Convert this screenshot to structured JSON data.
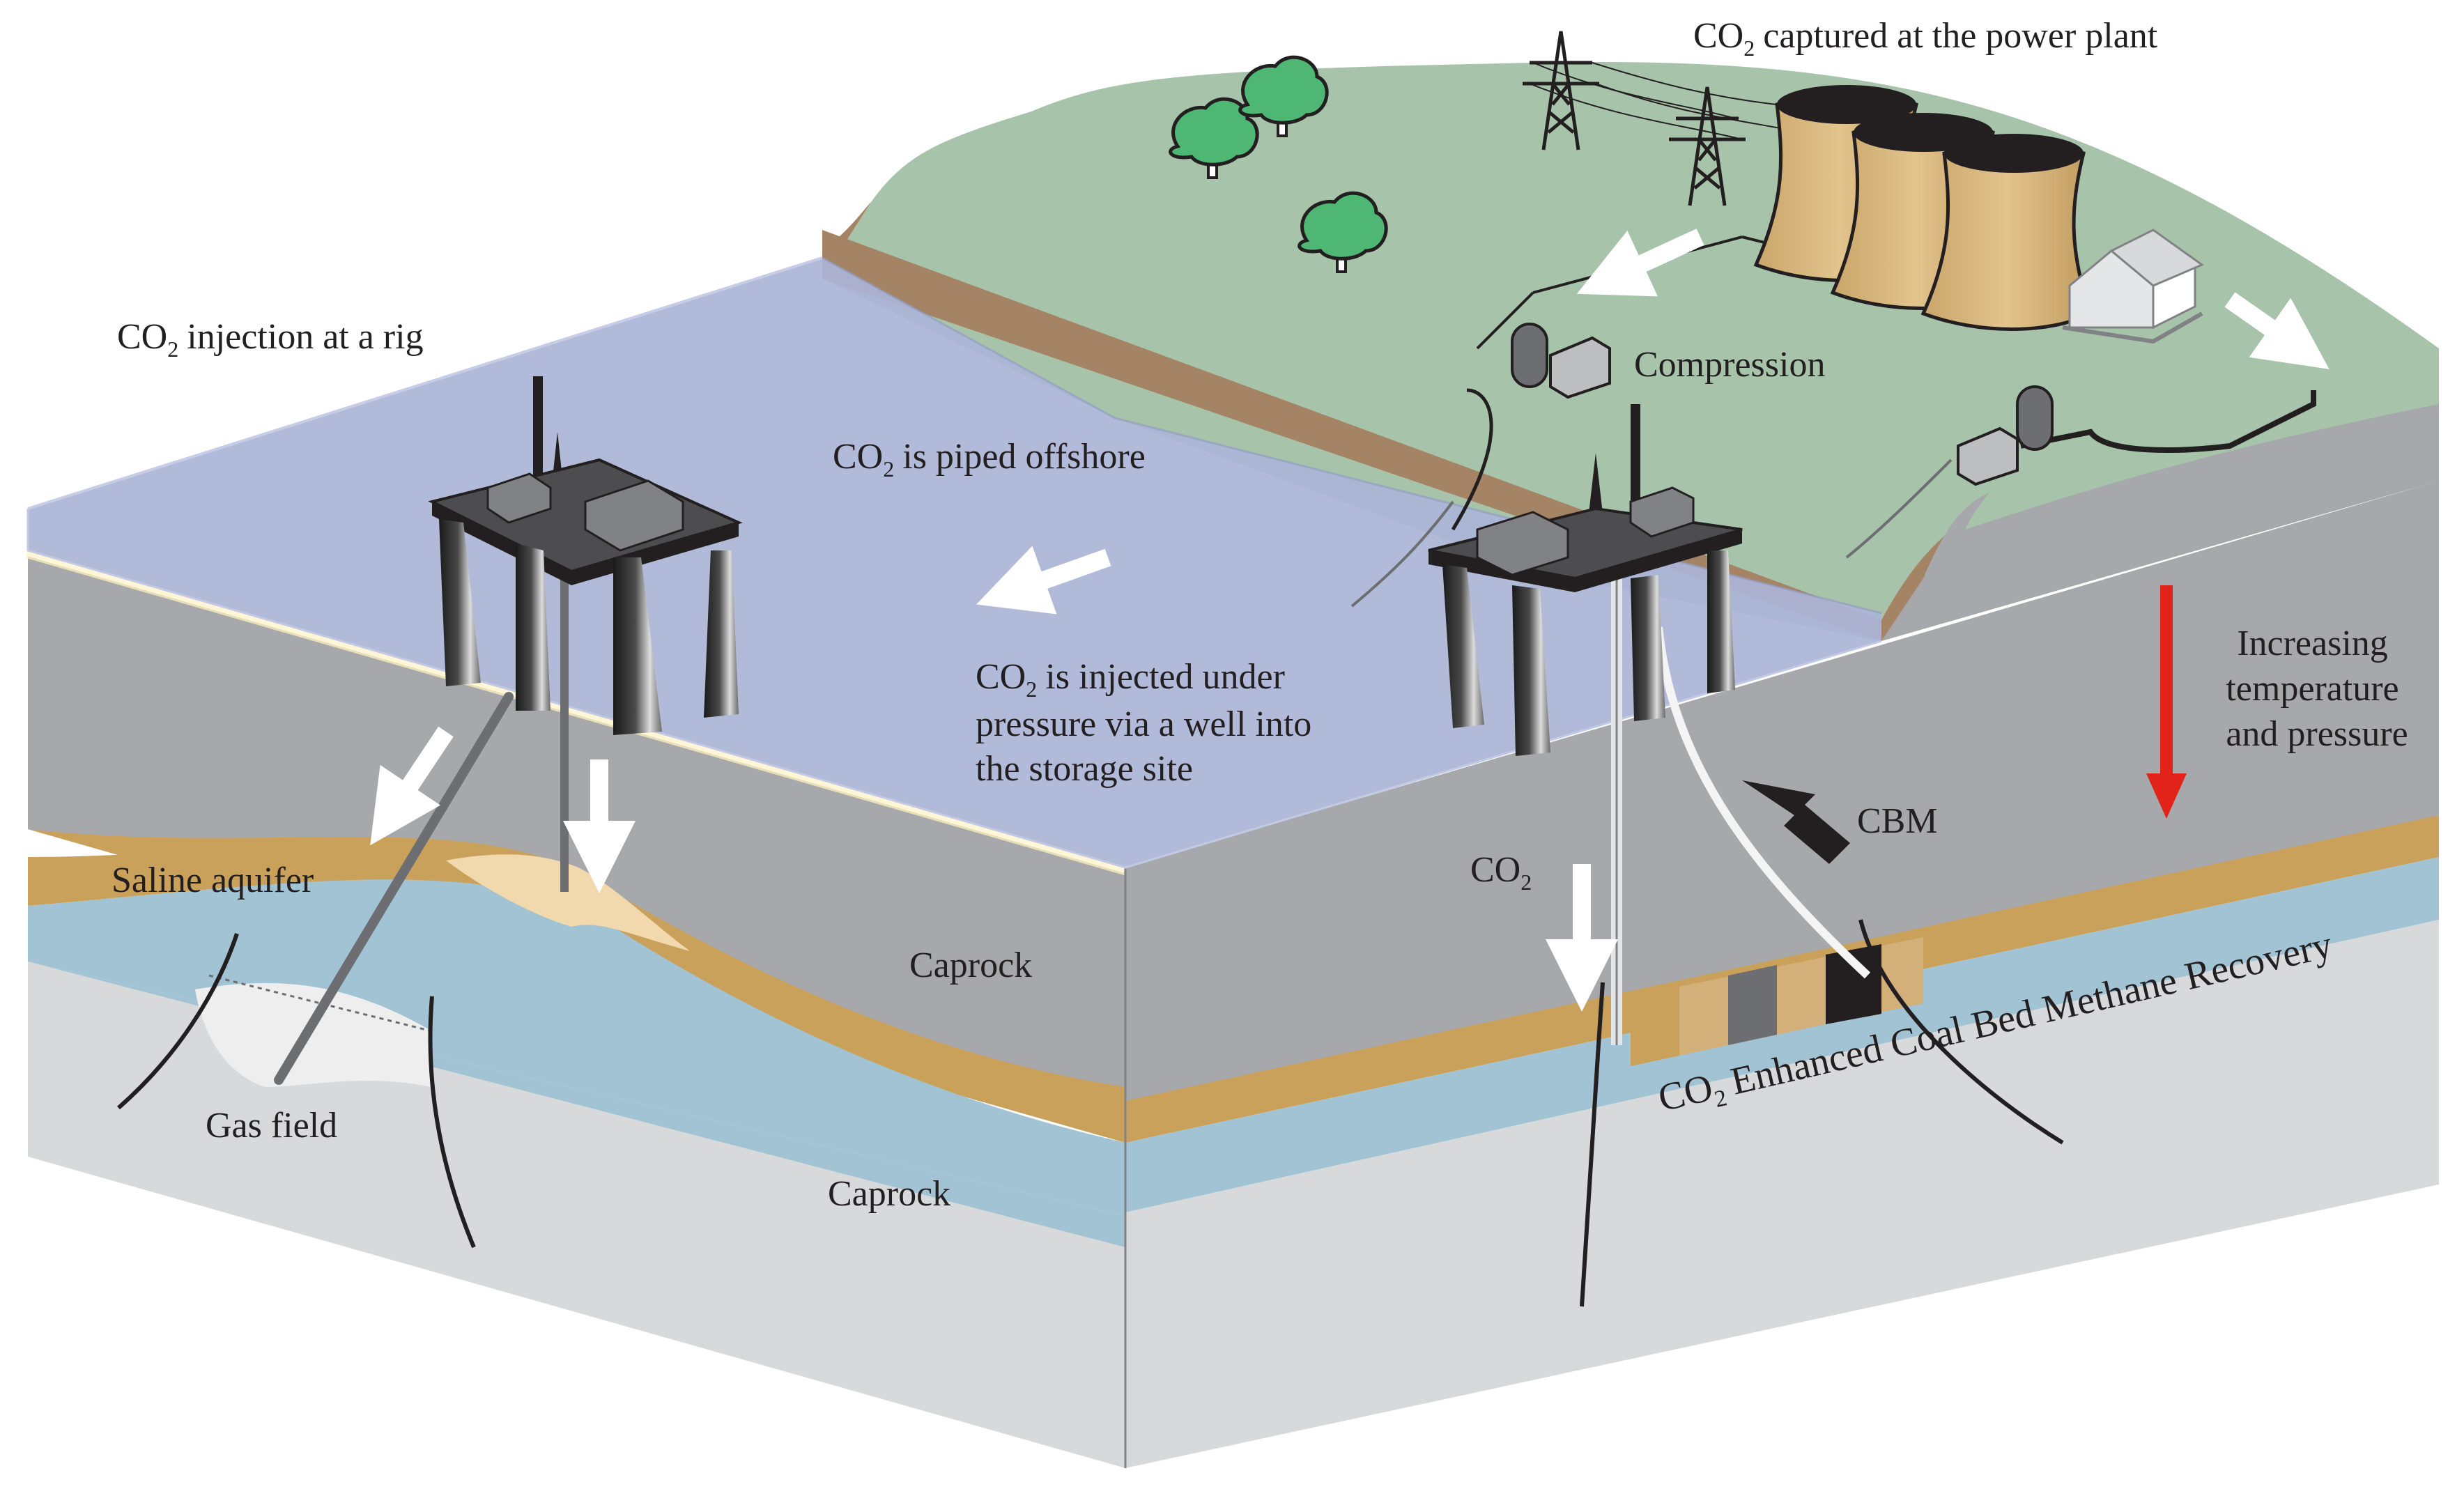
{
  "labels": {
    "power_plant": "captured at the power plant",
    "injection_rig": "injection at a rig",
    "piped_offshore": "is piped offshore",
    "compression": "Compression",
    "injected_1": "is injected under",
    "injected_2": "pressure via a well into",
    "injected_3": "the storage site",
    "saline": "Saline aquifer",
    "gas_field": "Gas field",
    "caprock_mid": "Caprock",
    "caprock_low": "Caprock",
    "co2_well": "CO",
    "cbm": "CBM",
    "ecbm": "Enhanced Coal Bed Methane Recovery",
    "temp_1": "Increasing",
    "temp_2": "temperature",
    "temp_3": "and pressure",
    "co": "CO",
    "sub2": "2"
  },
  "colors": {
    "grass": "#a7c4ab",
    "soil": "#a48464",
    "sea": "#aab4d6",
    "rock": "#a7a8ab",
    "rock_side": "#c4c5c8",
    "sand": "#c9a15a",
    "aquifer": "#a2c3d3",
    "basement": "#d8d9db",
    "red_arrow": "#e2231a"
  },
  "icons": [
    "tree-icon",
    "pylon-icon",
    "cooling-tower-icon",
    "house-icon",
    "rig-icon",
    "compressor-icon"
  ]
}
